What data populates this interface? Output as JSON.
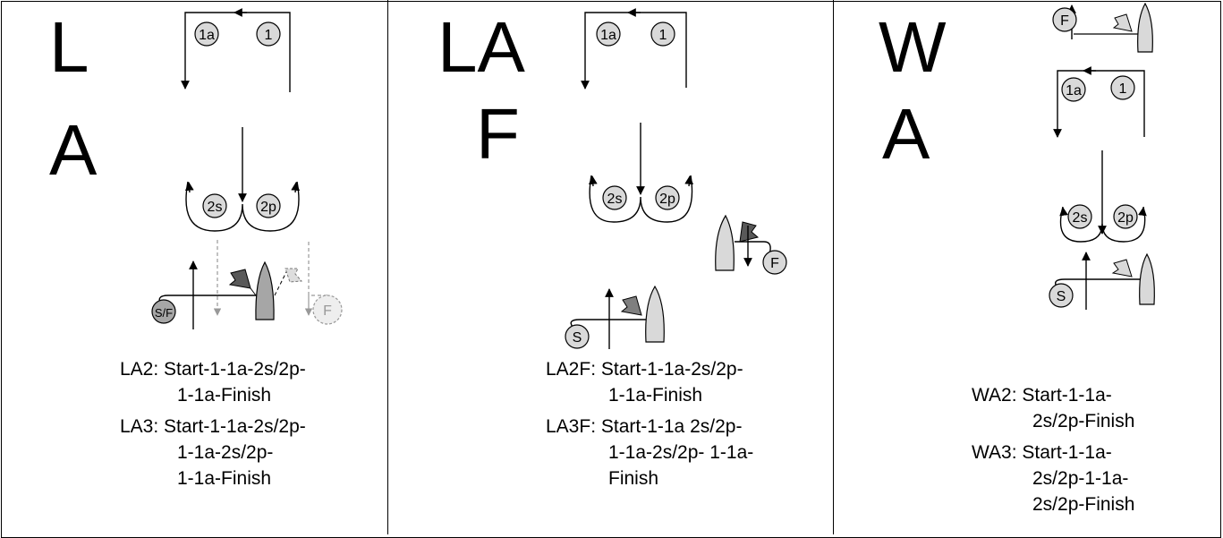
{
  "panels": [
    {
      "letters": [
        "L",
        "A"
      ],
      "marks": {
        "m1": "1",
        "m1a": "1a",
        "m2s": "2s",
        "m2p": "2p",
        "start_finish": "S/F",
        "finish": "F"
      },
      "courses": [
        {
          "lines": [
            "LA2: Start-1-1a-2s/2p-",
            "1-1a-Finish"
          ]
        },
        {
          "lines": [
            "LA3: Start-1-1a-2s/2p-",
            "1-1a-2s/2p-",
            "1-1a-Finish"
          ]
        }
      ]
    },
    {
      "letters": [
        "LA",
        "F"
      ],
      "marks": {
        "m1": "1",
        "m1a": "1a",
        "m2s": "2s",
        "m2p": "2p",
        "start": "S",
        "finish": "F"
      },
      "courses": [
        {
          "lines": [
            "LA2F: Start-1-1a-2s/2p-",
            "1-1a-Finish"
          ]
        },
        {
          "lines": [
            "LA3F: Start-1-1a 2s/2p-",
            "1-1a-2s/2p- 1-1a-",
            "Finish"
          ]
        }
      ]
    },
    {
      "letters": [
        "W",
        "A"
      ],
      "marks": {
        "m1": "1",
        "m1a": "1a",
        "m2s": "2s",
        "m2p": "2p",
        "start": "S",
        "finish": "F"
      },
      "courses": [
        {
          "lines": [
            "WA2: Start-1-1a-",
            "2s/2p-Finish"
          ]
        },
        {
          "lines": [
            "WA3: Start-1-1a-",
            "2s/2p-1-1a-",
            "2s/2p-Finish"
          ]
        }
      ]
    }
  ],
  "colors": {
    "mark_fill": "#d9d9d9",
    "dark_mark_fill": "#a6a6a6",
    "dark_flag": "#595959",
    "faded": "#999999",
    "line": "#000000"
  }
}
